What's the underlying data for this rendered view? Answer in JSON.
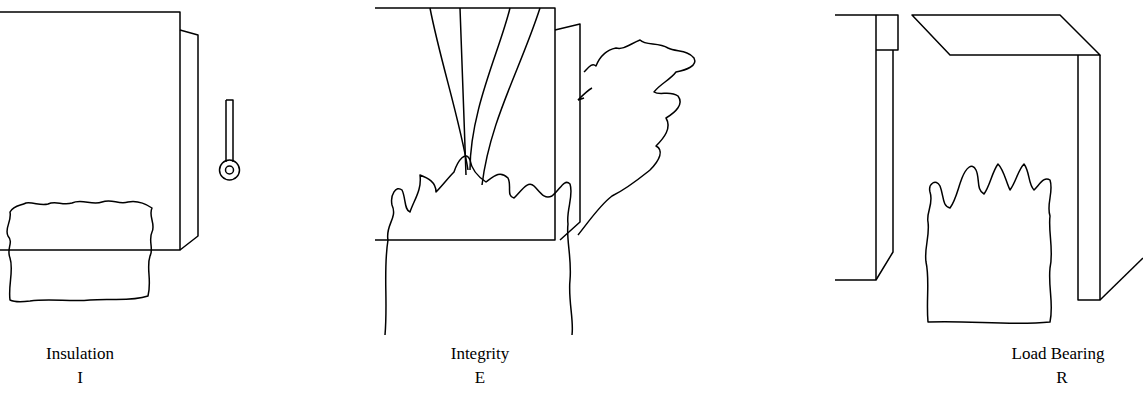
{
  "diagram": {
    "labels": [
      "Insulation",
      "I",
      "Integrity",
      "E",
      "Load Bearing",
      "R"
    ]
  }
}
